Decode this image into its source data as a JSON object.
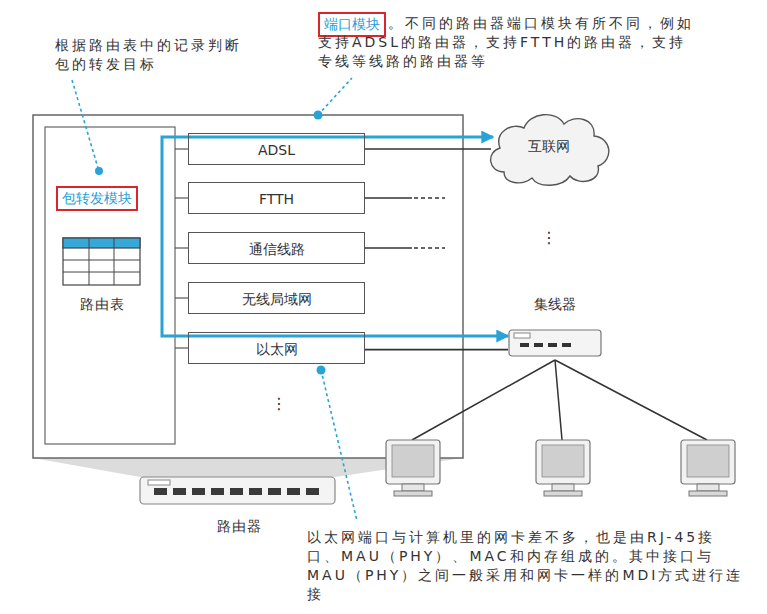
{
  "diagram": {
    "nodes": [
      {
        "text": [
          "包转发模块"
        ]
      },
      {
        "text": [
          "端口模块"
        ]
      },
      {
        "text": [
          "ADSL"
        ]
      },
      {
        "text": [
          "FTTH"
        ]
      },
      {
        "text": [
          "通信线路"
        ]
      },
      {
        "text": [
          "无线局域网"
        ]
      },
      {
        "text": [
          "以太网"
        ]
      },
      {
        "text": [
          "互联网"
        ]
      },
      {
        "text": [
          "集线器"
        ]
      }
    ],
    "edges": [
      {
        "from": 7,
        "to": 8,
        "arrow": "both"
      },
      {
        "from": 2,
        "to": 7,
        "arrow": "none"
      },
      {
        "from": 6,
        "to": 8,
        "arrow": "none"
      }
    ],
    "labels": [
      "根据路由表中的记录判断包的转发目标",
      "。不同的路由器端口模块有所不同，例如支持ADSL的路由器，支持FTTH的路由器，支持专线等线路的路由器等",
      "路由表",
      "⋮",
      "⋮",
      "路由器",
      "以太网端口与计算机里的网卡差不多，也是由RJ-45接口、MAU（PHY）、MAC和内存组成的。其中接口与MAU（PHY）之间一般采用和网卡一样的MDI方式进行连接"
    ]
  }
}
